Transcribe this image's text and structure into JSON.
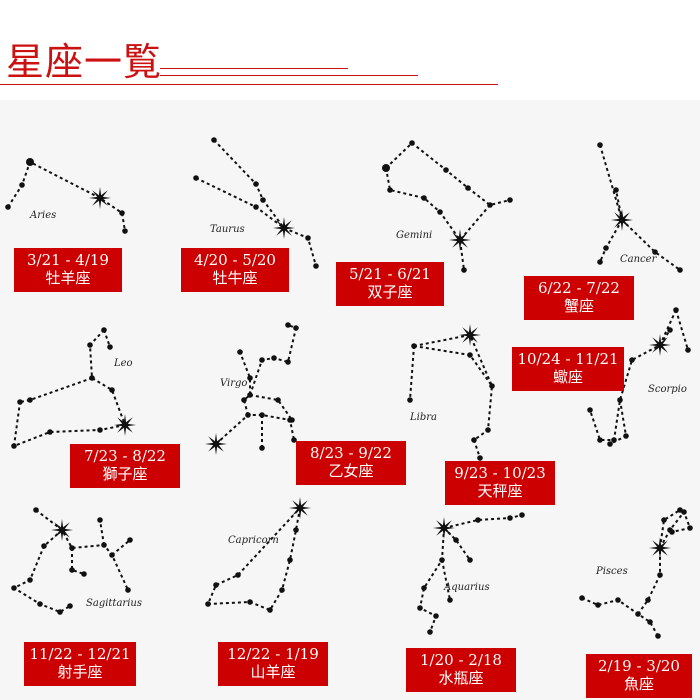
{
  "title": "星座一覧",
  "colors": {
    "accent": "#cc0000",
    "title": "#cc1111",
    "background": "#f6f6f6",
    "ink": "#111111"
  },
  "signs": [
    {
      "key": "aries",
      "latin": "Aries",
      "dates": "3/21 - 4/19",
      "name": "牡羊座"
    },
    {
      "key": "taurus",
      "latin": "Taurus",
      "dates": "4/20 - 5/20",
      "name": "牡牛座"
    },
    {
      "key": "gemini",
      "latin": "Gemini",
      "dates": "5/21 - 6/21",
      "name": "双子座"
    },
    {
      "key": "cancer",
      "latin": "Cancer",
      "dates": "6/22 - 7/22",
      "name": "蟹座"
    },
    {
      "key": "leo",
      "latin": "Leo",
      "dates": "7/23 - 8/22",
      "name": "獅子座"
    },
    {
      "key": "virgo",
      "latin": "Virgo",
      "dates": "8/23 - 9/22",
      "name": "乙女座"
    },
    {
      "key": "libra",
      "latin": "Libra",
      "dates": "9/23 - 10/23",
      "name": "天秤座"
    },
    {
      "key": "scorpio",
      "latin": "Scorpio",
      "dates": "10/24 - 11/21",
      "name": "蠍座"
    },
    {
      "key": "sagittarius",
      "latin": "Sagittarius",
      "dates": "11/22 - 12/21",
      "name": "射手座"
    },
    {
      "key": "capricorn",
      "latin": "Capricorn",
      "dates": "12/22 - 1/19",
      "name": "山羊座"
    },
    {
      "key": "aquarius",
      "latin": "Aquarius",
      "dates": "1/20 - 2/18",
      "name": "水瓶座"
    },
    {
      "key": "pisces",
      "latin": "Pisces",
      "dates": "2/19 - 3/20",
      "name": "魚座"
    }
  ]
}
